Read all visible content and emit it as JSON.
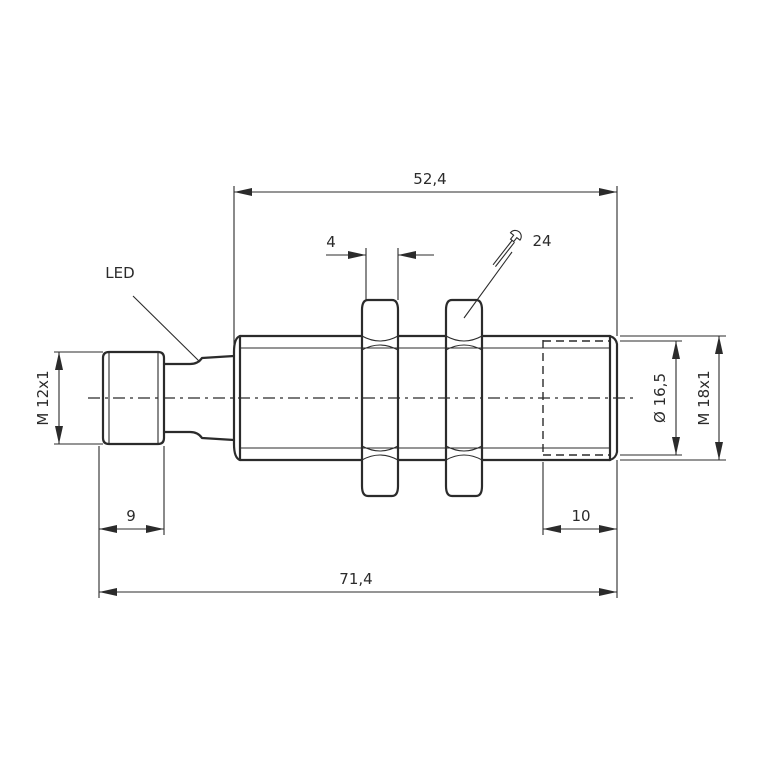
{
  "labels": {
    "led": "LED",
    "overall_length": "71,4",
    "thread_length": "52,4",
    "nut_thickness": "4",
    "wrench_size": "24",
    "connector_length": "9",
    "sensing_end_length": "10",
    "connector_thread": "M 12x1",
    "sensing_diameter": "Ø 16,5",
    "body_thread": "M 18x1"
  },
  "icons": {
    "wrench": "wrench-icon"
  }
}
